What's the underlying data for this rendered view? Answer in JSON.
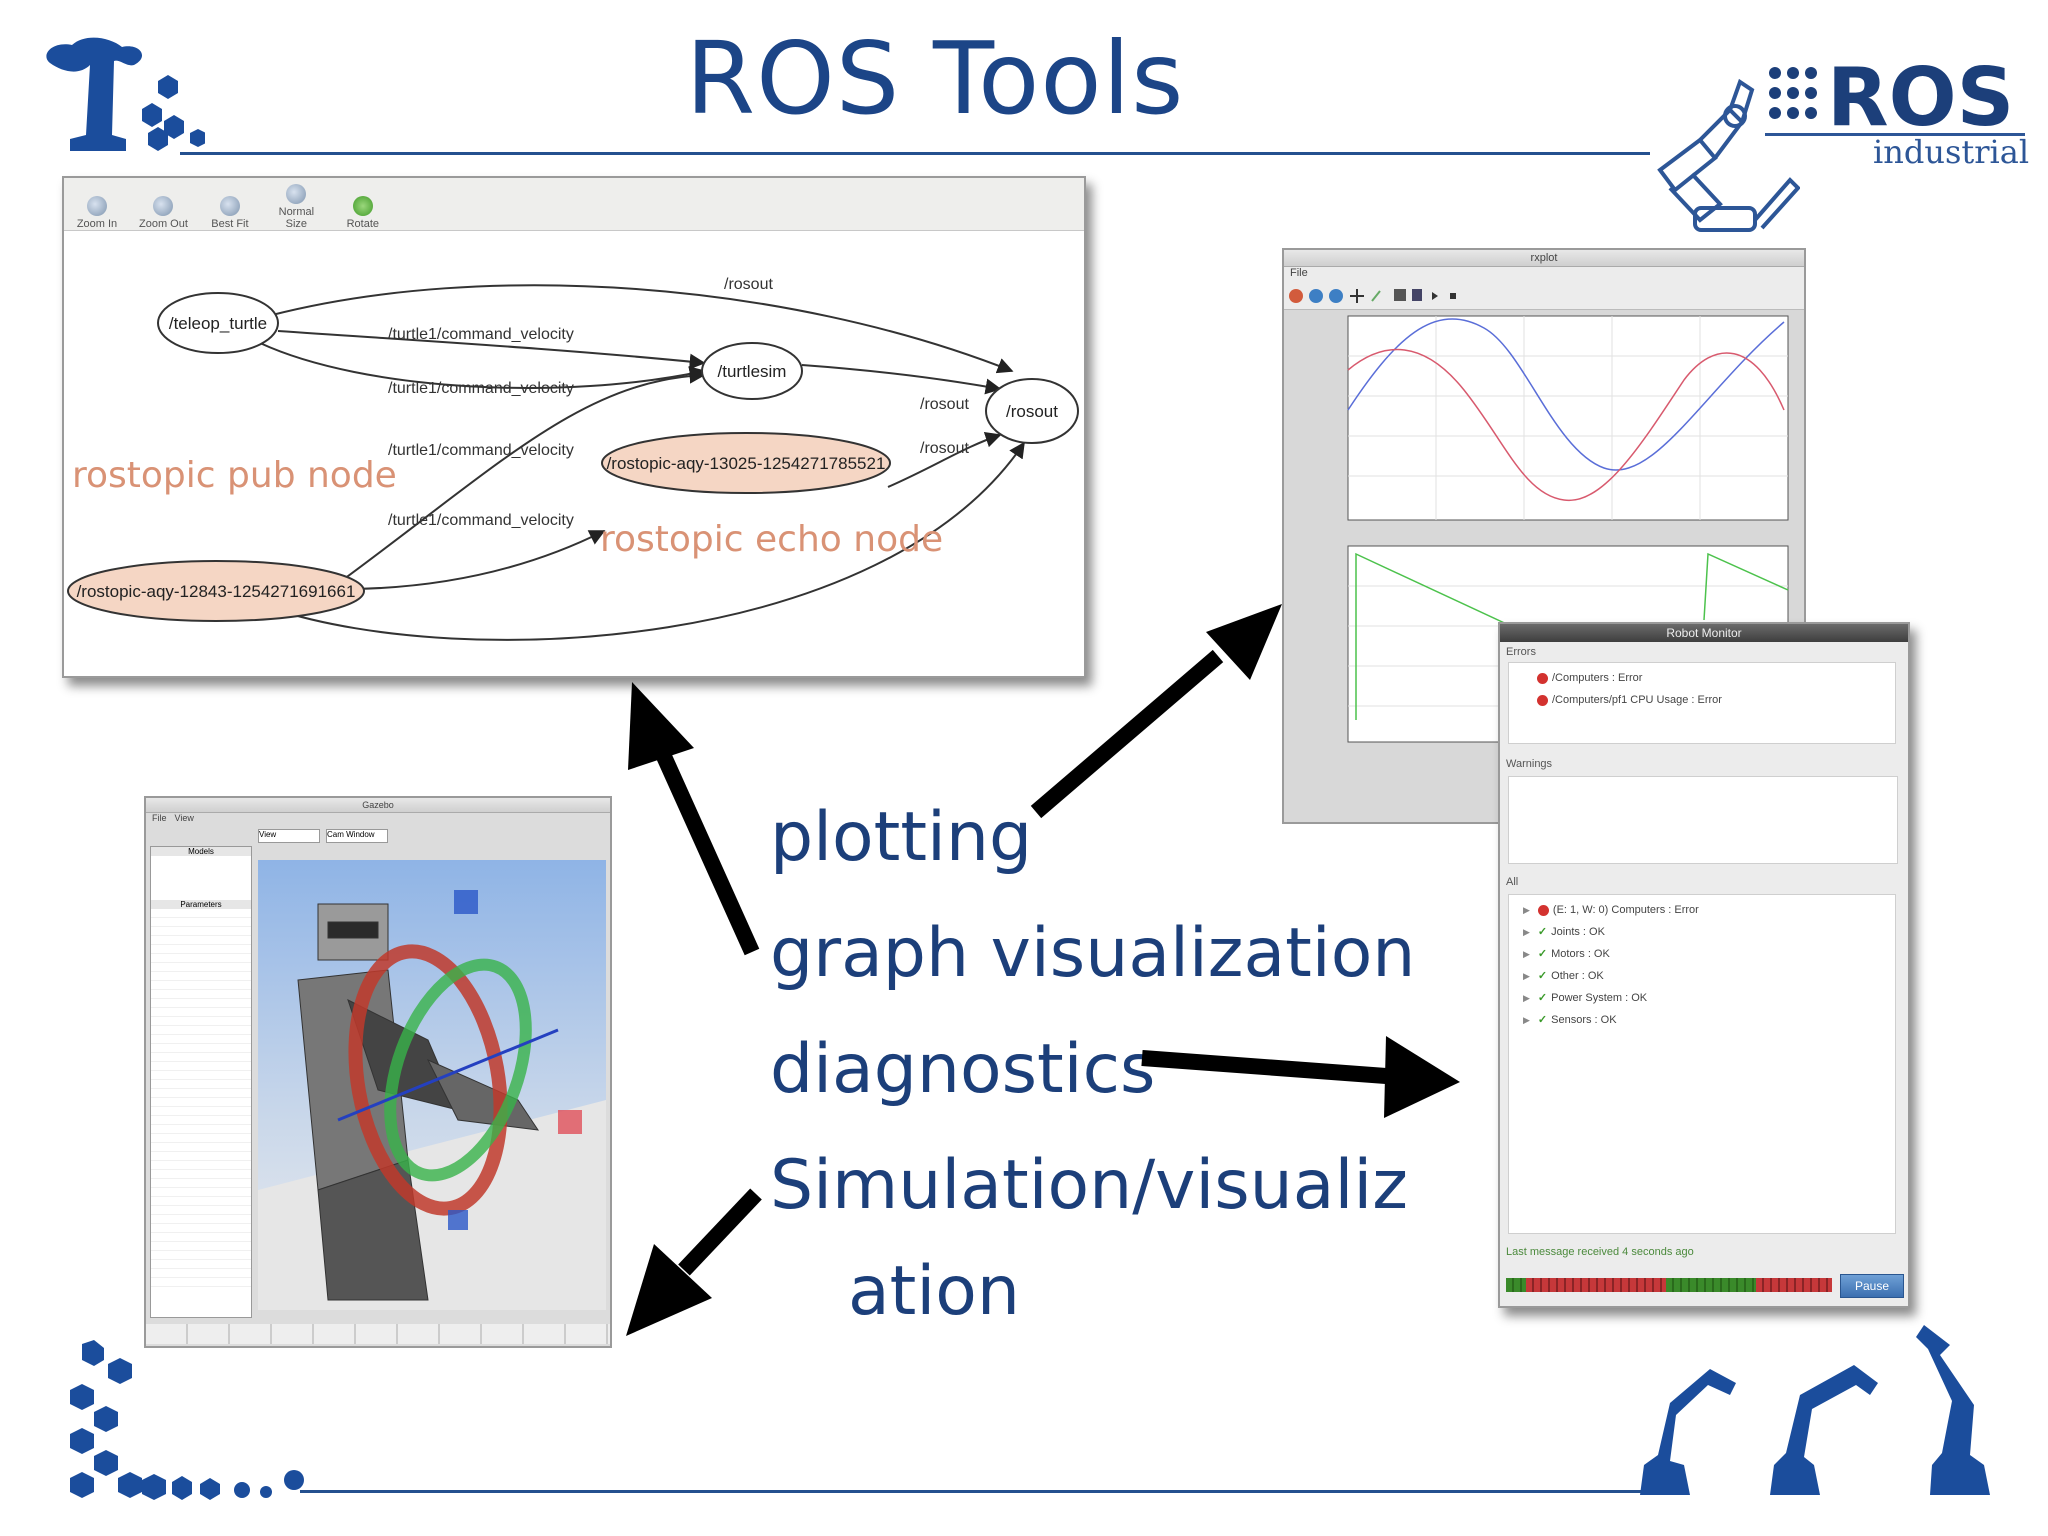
{
  "slide": {
    "title": "ROS Tools",
    "bullets": [
      "plotting",
      "graph visualization",
      "diagnostics",
      "Simulation/visualiz",
      "ation"
    ]
  },
  "logo": {
    "ros": "ROS",
    "industrial": "industrial"
  },
  "graph_window": {
    "toolbar": [
      "Zoom In",
      "Zoom Out",
      "Best Fit",
      "Normal Size",
      "Rotate"
    ],
    "nodes": {
      "teleop": "/teleop_turtle",
      "turtlesim": "/turtlesim",
      "rosout": "/rosout",
      "echo": "/rostopic-aqy-13025-1254271785521",
      "pub": "/rostopic-aqy-12843-1254271691661"
    },
    "edges": {
      "rosout_top": "/rosout",
      "cmd1": "/turtle1/command_velocity",
      "cmd2": "/turtle1/command_velocity",
      "cmd3": "/turtle1/command_velocity",
      "cmd4": "/turtle1/command_velocity",
      "rosout_a": "/rosout",
      "rosout_b": "/rosout"
    },
    "labels": {
      "pub_node": "rostopic pub node",
      "echo_node": "rostopic echo node"
    }
  },
  "plot_window": {
    "title": "rxplot",
    "menu": "File"
  },
  "monitor": {
    "title": "Robot Monitor",
    "errors_label": "Errors",
    "errors": [
      "/Computers : Error",
      "/Computers/pf1 CPU Usage : Error"
    ],
    "warnings_label": "Warnings",
    "all_label": "All",
    "all_items": [
      {
        "text": "(E: 1, W: 0) Computers : Error",
        "status": "error"
      },
      {
        "text": "Joints : OK",
        "status": "ok"
      },
      {
        "text": "Motors : OK",
        "status": "ok"
      },
      {
        "text": "Other : OK",
        "status": "ok"
      },
      {
        "text": "Power System : OK",
        "status": "ok"
      },
      {
        "text": "Sensors : OK",
        "status": "ok"
      }
    ],
    "status_text": "Last message received 4 seconds ago",
    "pause_label": "Pause"
  },
  "sim_window": {
    "title": "Gazebo",
    "menu": [
      "File",
      "View"
    ],
    "models_label": "Models",
    "params_label": "Parameters",
    "view_dd": "View",
    "fps_label": "Cam Window"
  },
  "colors": {
    "title": "#1c4587",
    "orange": "#d99275",
    "accent": "#1c4fa0"
  }
}
